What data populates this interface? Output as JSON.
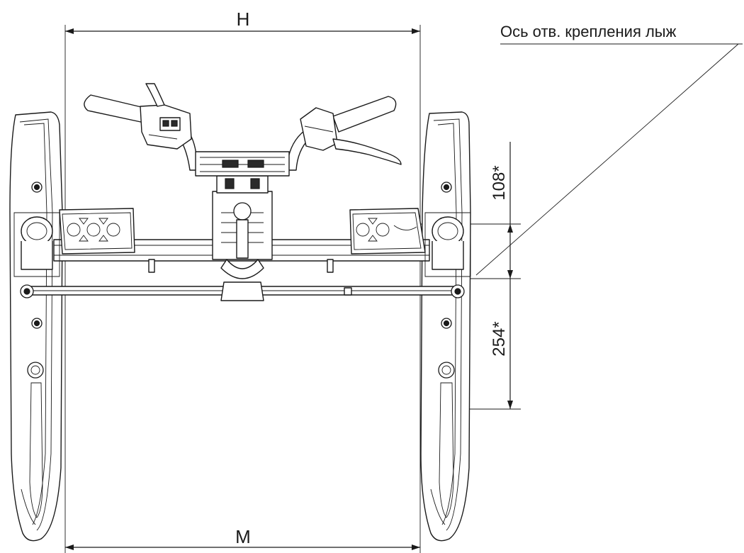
{
  "dimensions": {
    "top_width_label": "H",
    "bottom_width_label": "M",
    "upper_vertical_label": "108*",
    "lower_vertical_label": "254*"
  },
  "annotation": {
    "leader_text": "Ось отв. крепления лыж"
  },
  "colors": {
    "ink": "#1a1a1a",
    "background": "#ffffff"
  }
}
